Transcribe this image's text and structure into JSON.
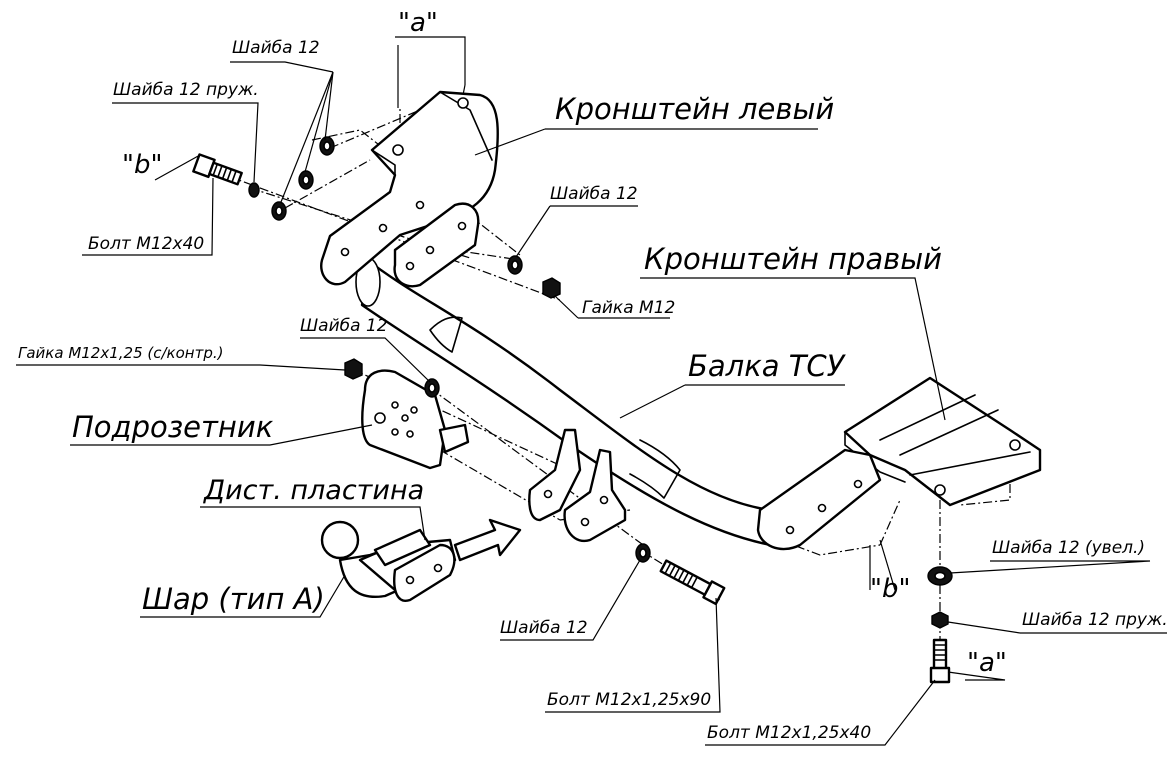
{
  "labels": {
    "washer_12_top": "Шайба 12",
    "washer_12_spring_top": "Шайба 12 пруж.",
    "mark_a_top": "\"a\"",
    "mark_b_left": "\"b\"",
    "bracket_left": "Кронштейн левый",
    "bolt_m12x40": "Болт М12х40",
    "washer_12_mid": "Шайба 12",
    "nut_m12": "Гайка М12",
    "bracket_right": "Кронштейн правый",
    "nut_m12x125": "Гайка М12х1,25 (с/контр.)",
    "washer_12_socket": "Шайба 12",
    "beam": "Балка ТСУ",
    "socket_plate": "Подрозетник",
    "spacer_plate": "Дист. пластина",
    "ball": "Шар (тип А)",
    "washer_12_bottom": "Шайба 12",
    "mark_b_right": "\"b\"",
    "washer_12_big": "Шайба 12 (увел.)",
    "washer_12_spring_right": "Шайба 12 пруж.",
    "mark_a_right": "\"a\"",
    "bolt_m12x125x90": "Болт М12х1,25х90",
    "bolt_m12x125x40": "Болт М12х1,25х40"
  },
  "icons": {
    "arrow": "assembly-direction-arrow-icon"
  },
  "colors": {
    "ink": "#000000",
    "paper": "#ffffff"
  }
}
